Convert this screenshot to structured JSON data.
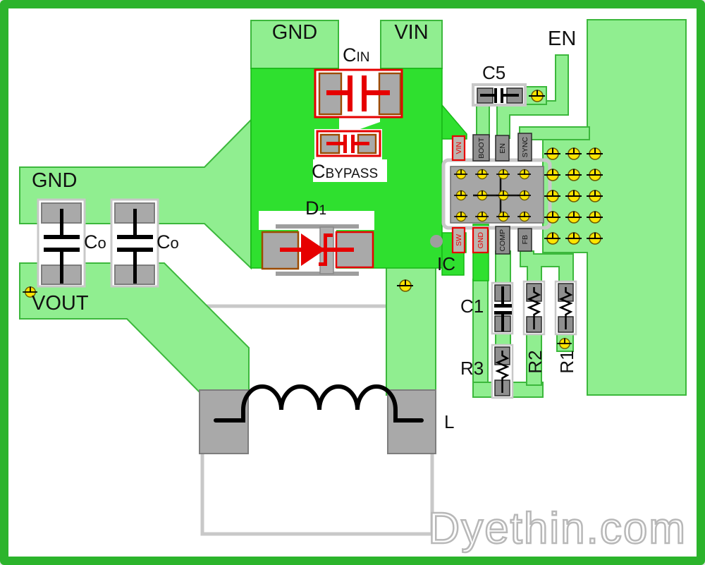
{
  "palette": {
    "frame": "#2cb42c",
    "light": "#90ee90",
    "light_edge": "#3cb83c",
    "bright": "#2fe02f",
    "bright_edge": "#17b817",
    "pad": "#a9a9a9",
    "pad_edge": "#7d7d7d",
    "pad_dark": "#8f8f8f",
    "pad_red_fill": "#bdb5b0",
    "silk": "#c8c8c8",
    "body": "#a6a6a6",
    "red": "#e60000",
    "brown": "#9c4a00",
    "via": "#ffe400",
    "via_ring": "#6b5b00",
    "wm": "#b8b8b8"
  },
  "labels": {
    "gnd_top": "GND",
    "vin_top": "VIN",
    "cin": {
      "big": "C",
      "small": "IN"
    },
    "cbypass": {
      "big": "C",
      "small": "BYPASS"
    },
    "d1": {
      "big": "D",
      "small": "1"
    },
    "gnd_left": "GND",
    "co": {
      "big": "C",
      "small": "o"
    },
    "vout": "VOUT",
    "en": "EN",
    "c5": "C5",
    "ic": "IC",
    "c1": "C1",
    "r3": "R3",
    "r2": "R2",
    "r1": "R1",
    "l": "L",
    "watermark": "Dyethin.com"
  },
  "ic_pins": {
    "top": [
      "VIN",
      "BOOT",
      "EN",
      "SYNC"
    ],
    "bottom": [
      "SW",
      "GND",
      "COMP",
      "FB"
    ]
  }
}
